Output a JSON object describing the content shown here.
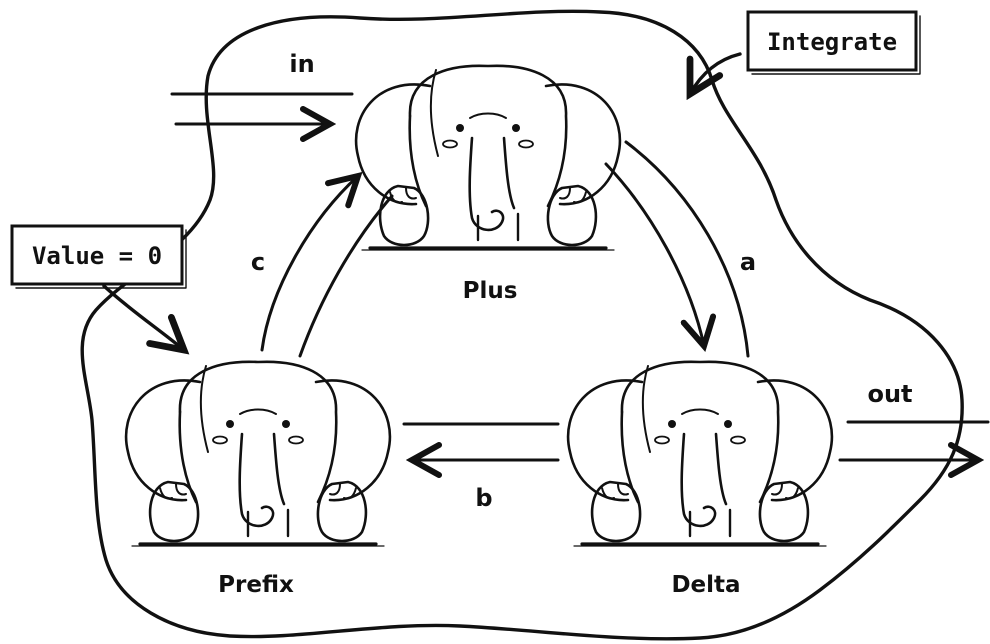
{
  "labels": {
    "in": "in",
    "out": "out",
    "a": "a",
    "b": "b",
    "c": "c"
  },
  "nodes": {
    "plus": "Plus",
    "prefix": "Prefix",
    "delta": "Delta"
  },
  "callouts": {
    "integrate": "Integrate",
    "initial_value": "Value = 0"
  },
  "icons": {
    "node_icon": "elephant-icon"
  }
}
